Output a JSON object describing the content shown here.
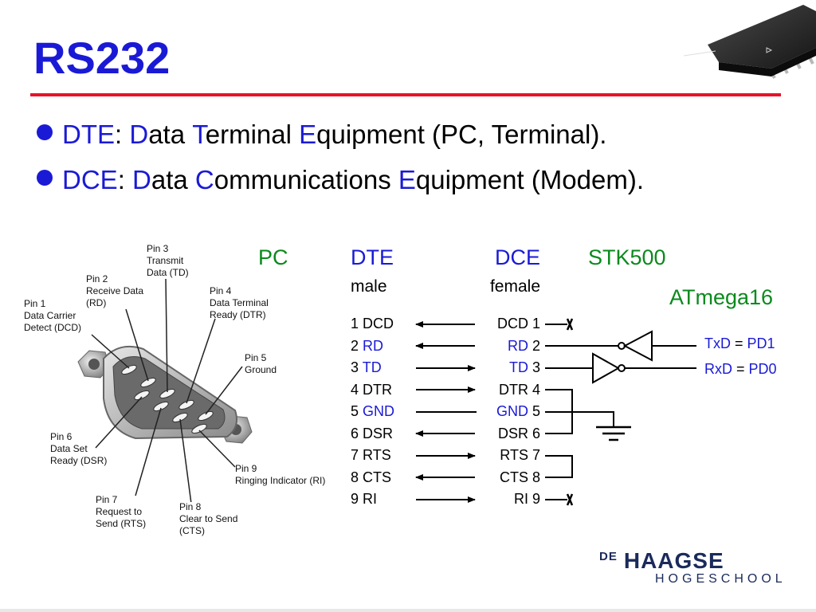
{
  "title": "RS232",
  "bullets": [
    {
      "abbr": "DTE",
      "colon": ":",
      "w1_first": "D",
      "w1_rest": "ata",
      "w2_first": "T",
      "w2_rest": "erminal",
      "w3_first": "E",
      "w3_rest": "quipment (PC, Terminal)."
    },
    {
      "abbr": "DCE",
      "colon": ":",
      "w1_first": "D",
      "w1_rest": "ata",
      "w2_first": "C",
      "w2_rest": "ommunications",
      "w3_first": "E",
      "w3_rest": "quipment (Modem)."
    }
  ],
  "columns": {
    "pc": "PC",
    "dte": "DTE",
    "dte_sub": "male",
    "dce": "DCE",
    "dce_sub": "female",
    "stk": "STK500",
    "mcu": "ATmega16"
  },
  "dte_pins": [
    {
      "num": "1",
      "name": "DCD",
      "highlight": false
    },
    {
      "num": "2",
      "name": "RD",
      "highlight": true
    },
    {
      "num": "3",
      "name": "TD",
      "highlight": true
    },
    {
      "num": "4",
      "name": "DTR",
      "highlight": false
    },
    {
      "num": "5",
      "name": "GND",
      "highlight": true
    },
    {
      "num": "6",
      "name": "DSR",
      "highlight": false
    },
    {
      "num": "7",
      "name": "RTS",
      "highlight": false
    },
    {
      "num": "8",
      "name": "CTS",
      "highlight": false
    },
    {
      "num": "9",
      "name": "RI",
      "highlight": false
    }
  ],
  "mcu_pins": [
    {
      "sig": "TxD",
      "eq": "=",
      "port": "PD1"
    },
    {
      "sig": "RxD",
      "eq": "=",
      "port": "PD0"
    }
  ],
  "connector_labels": {
    "pin3": "Pin 3\nTransmit\nData (TD)",
    "pin2": "Pin 2\nReceive Data\n(RD)",
    "pin4": "Pin 4\nData Terminal\nReady (DTR)",
    "pin1": "Pin 1\nData Carrier\nDetect (DCD)",
    "pin5": "Pin 5\nGround",
    "pin6": "Pin 6\nData Set\nReady (DSR)",
    "pin9": "Pin 9\nRinging Indicator (RI)",
    "pin7": "Pin 7\nRequest to\nSend (RTS)",
    "pin8": "Pin 8\nClear to Send\n(CTS)"
  },
  "logo": {
    "prefix": "DE",
    "name": "HAAGSE",
    "line2": "HOGESCHOOL"
  },
  "colors": {
    "title_blue": "#1a1ad6",
    "rule_red": "#e8122a",
    "green": "#0a8a1c",
    "logo_navy": "#1b2a5b"
  }
}
